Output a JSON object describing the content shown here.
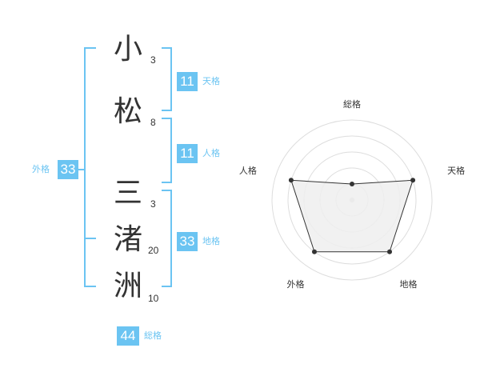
{
  "name": {
    "chars": [
      {
        "char": "小",
        "strokes": "3"
      },
      {
        "char": "松",
        "strokes": "8"
      },
      {
        "char": "三",
        "strokes": "3"
      },
      {
        "char": "渚",
        "strokes": "20"
      },
      {
        "char": "洲",
        "strokes": "10"
      }
    ]
  },
  "fortune": {
    "tenkaku": {
      "value": "11",
      "label": "天格"
    },
    "jinkaku": {
      "value": "11",
      "label": "人格"
    },
    "chikaku": {
      "value": "33",
      "label": "地格"
    },
    "gaikaku": {
      "value": "33",
      "label": "外格"
    },
    "soukaku": {
      "value": "44",
      "label": "総格"
    }
  },
  "colors": {
    "accent": "#6bc4f2",
    "text": "#333333"
  },
  "radar": {
    "axes": [
      "総格",
      "天格",
      "地格",
      "外格",
      "人格"
    ],
    "levels": 5,
    "values": [
      1,
      4,
      4,
      4,
      4
    ],
    "max": 5
  }
}
